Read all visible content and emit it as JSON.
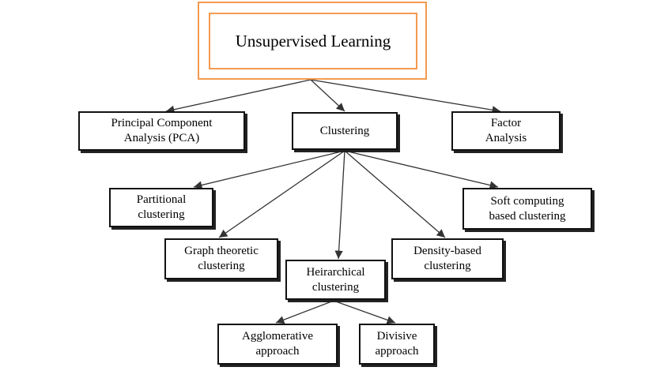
{
  "theme": {
    "root_border_color": "#f39a50",
    "box_border_color": "#111111",
    "arrow_color": "#333333"
  },
  "nodes": {
    "root": "Unsupervised Learning",
    "pca": "Principal Component\nAnalysis (PCA)",
    "clustering": "Clustering",
    "factor": "Factor\nAnalysis",
    "partitional": "Partitional\nclustering",
    "soft": "Soft computing\nbased clustering",
    "graph": "Graph theoretic\nclustering",
    "density": "Density-based\nclustering",
    "hierarchical": "Heirarchical\nclustering",
    "agglomerative": "Agglomerative\napproach",
    "divisive": "Divisive\napproach"
  },
  "edges": [
    {
      "from": "root",
      "to": "pca"
    },
    {
      "from": "root",
      "to": "clustering"
    },
    {
      "from": "root",
      "to": "factor"
    },
    {
      "from": "clustering",
      "to": "partitional"
    },
    {
      "from": "clustering",
      "to": "graph"
    },
    {
      "from": "clustering",
      "to": "hierarchical"
    },
    {
      "from": "clustering",
      "to": "density"
    },
    {
      "from": "clustering",
      "to": "soft"
    },
    {
      "from": "hierarchical",
      "to": "agglomerative"
    },
    {
      "from": "hierarchical",
      "to": "divisive"
    }
  ]
}
